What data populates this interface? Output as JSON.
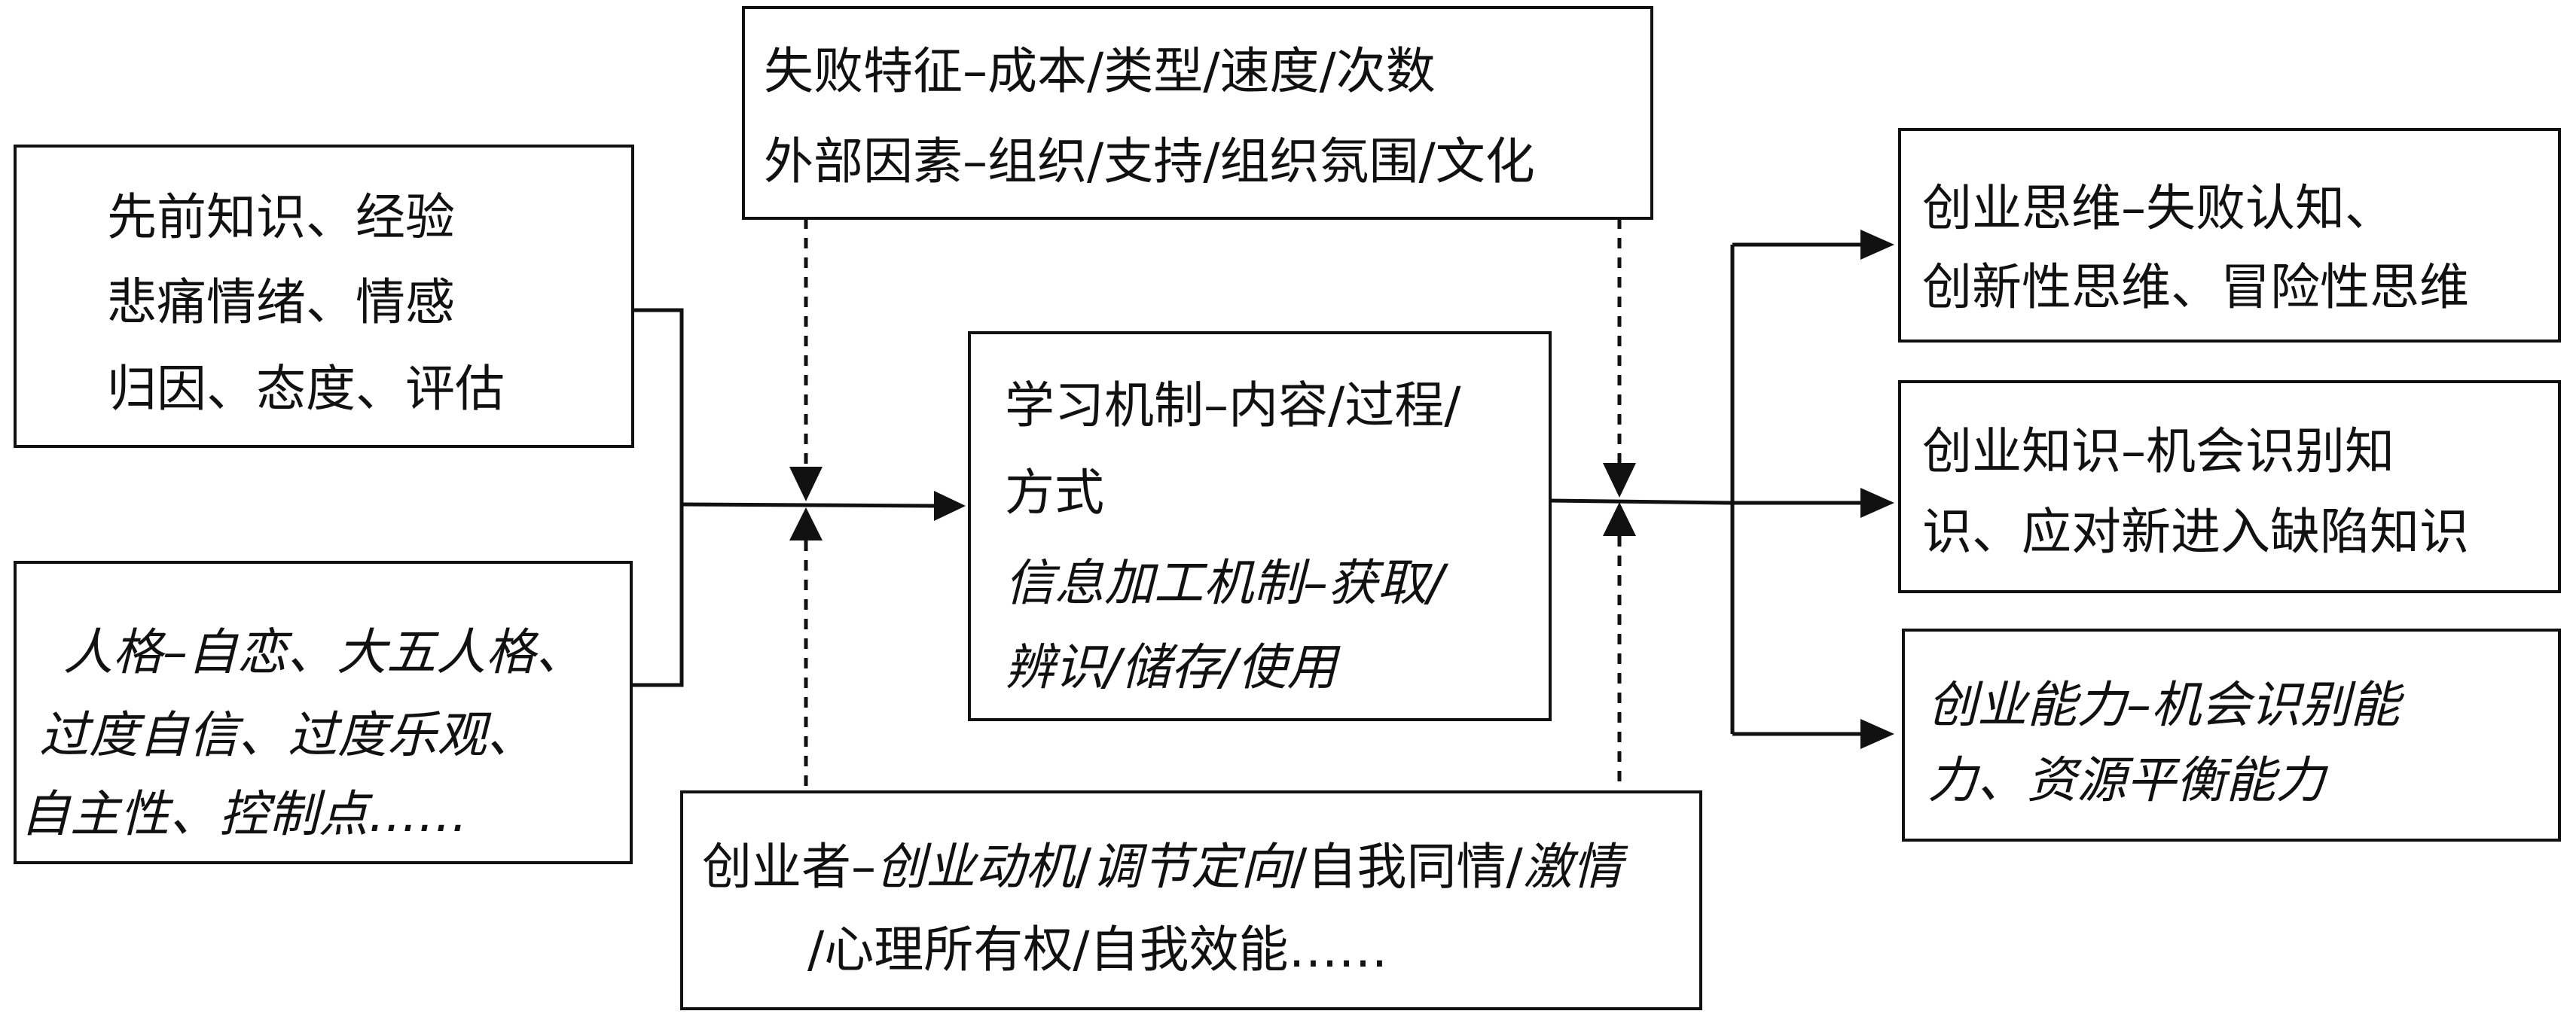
{
  "diagram": {
    "top_box": {
      "lines": [
        "失败特征–成本/类型/速度/次数",
        "外部因素–组织/支持/组织氛围/文化"
      ]
    },
    "left_top_box": {
      "lines": [
        "先前知识、经验",
        "悲痛情绪、情感",
        "归因、态度、评估"
      ]
    },
    "left_bottom_box": {
      "lines": [
        "人格–自恋、大五人格、",
        "过度自信、过度乐观、",
        "自主性、控制点……"
      ]
    },
    "center_box": {
      "lines": [
        "学习机制–内容/过程/",
        "方式"
      ],
      "italic_lines": [
        "信息加工机制–获取/",
        "辨识/储存/使用"
      ]
    },
    "bottom_box": {
      "line1": {
        "prefix": "创业者–",
        "motivation": "创业动机",
        "sep1": "/",
        "regulation": "调节定向",
        "sep2": "/",
        "self_compassion": "自我同情",
        "sep3": "/",
        "passion": "激情"
      },
      "line2": "/心理所有权/自我效能……"
    },
    "right_top_box": {
      "lines": [
        "创业思维–失败认知、",
        "创新性思维、冒险性思维"
      ]
    },
    "right_middle_box": {
      "lines": [
        "创业知识–机会识别知",
        "识、应对新进入缺陷知识"
      ]
    },
    "right_bottom_box": {
      "lines": [
        "创业能力–机会识别能",
        "力、资源平衡能力"
      ]
    }
  }
}
